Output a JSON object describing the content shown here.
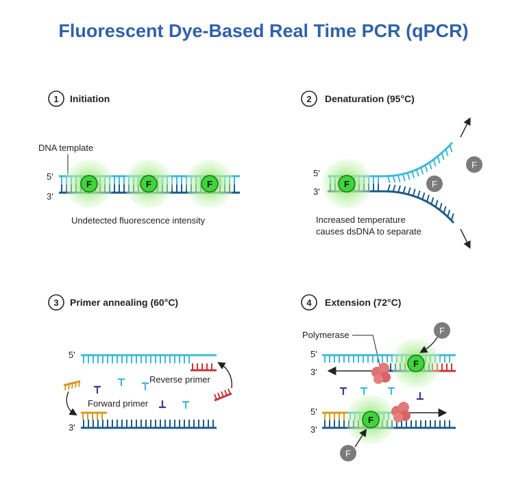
{
  "title": "Fluorescent Dye-Based Real Time PCR (qPCR)",
  "steps": [
    {
      "num": "1",
      "title": "Initiation"
    },
    {
      "num": "2",
      "title": "Denaturation (95°C)"
    },
    {
      "num": "3",
      "title": "Primer annealing (60°C)"
    },
    {
      "num": "4",
      "title": "Extension (72°C)"
    }
  ],
  "labels": {
    "dna_template": "DNA template",
    "undetected": "Undetected fluorescence intensity",
    "increased_1": "Increased temperature",
    "increased_2": "causes dsDNA to separate",
    "reverse_primer": "Reverse primer",
    "forward_primer": "Forward primer",
    "polymerase": "Polymerase",
    "five_prime": "5'",
    "three_prime": "3'",
    "dye": "F"
  },
  "colors": {
    "title": "#2f62a8",
    "strand_light": "#3fb8d8",
    "strand_dark": "#1d5a86",
    "dye_glow": "#9ae67a",
    "dye_core": "#3fd43a",
    "free_dye": "#7b7b7b",
    "forward_primer": "#d39a22",
    "reverse_primer": "#c8343b",
    "polymerase": "#e07070"
  }
}
